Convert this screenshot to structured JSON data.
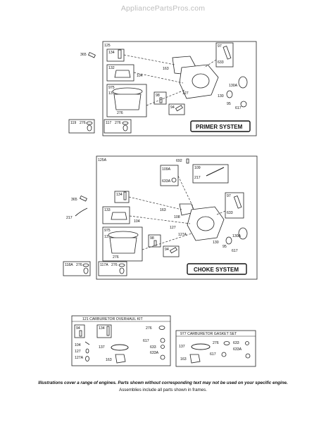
{
  "watermark": "AppliancePartsPros.com",
  "primer": {
    "frame": "125",
    "system_label": "PRIMER SYSTEM",
    "labels": {
      "p365": "365",
      "p134": "134",
      "p132": "132",
      "p104": "104",
      "p975": "975",
      "p137": "137",
      "p276": "276",
      "p163": "163",
      "p97": "97",
      "p633": "633",
      "p130A": "130A",
      "p127": "127",
      "p130": "130",
      "p98": "98",
      "p94": "94",
      "p95": "95",
      "p617": "617"
    },
    "kit119": {
      "frame": "119",
      "part": "276"
    },
    "kit117": {
      "frame": "117",
      "part": "276"
    }
  },
  "choke": {
    "frame": "125A",
    "system_label": "CHOKE SYSTEM",
    "labels": {
      "p692": "692",
      "p109A": "109A",
      "p633A": "633A",
      "p109": "109",
      "p217a": "217",
      "p365": "365",
      "p217b": "217",
      "p134": "134",
      "p133": "133",
      "p104": "104",
      "p163": "163",
      "p108": "108",
      "p975": "975",
      "p137": "137",
      "p127A": "127A",
      "p127": "127",
      "p98": "98",
      "p94": "94",
      "p276": "276",
      "p97": "97",
      "p633": "633",
      "p130A": "130A",
      "p130": "130",
      "p95": "95",
      "p617": "617"
    },
    "kit118A": {
      "frame": "118A",
      "part": "276"
    },
    "kit117A": {
      "frame": "117A",
      "part": "276"
    }
  },
  "overhaul_kit": {
    "title": "121 CARBURETOR OVERHAUL KIT",
    "labels": {
      "p94": "94",
      "p134": "134",
      "p276": "276",
      "p104": "104",
      "p127": "127",
      "p127A": "127A",
      "p137": "137",
      "p163": "163",
      "p617": "617",
      "p633": "633",
      "p633A": "633A"
    }
  },
  "gasket_set": {
    "title": "977 CARBURETOR GASKET SET",
    "labels": {
      "p137": "137",
      "p276": "276",
      "p633": "633",
      "p633A": "633A",
      "p617": "617",
      "p163": "163"
    }
  },
  "footer": {
    "line1": "Illustrations cover a range of engines. Parts shown without corresponding text may not be used on your specific engine.",
    "line2": "Assemblies include all parts shown in frames."
  }
}
